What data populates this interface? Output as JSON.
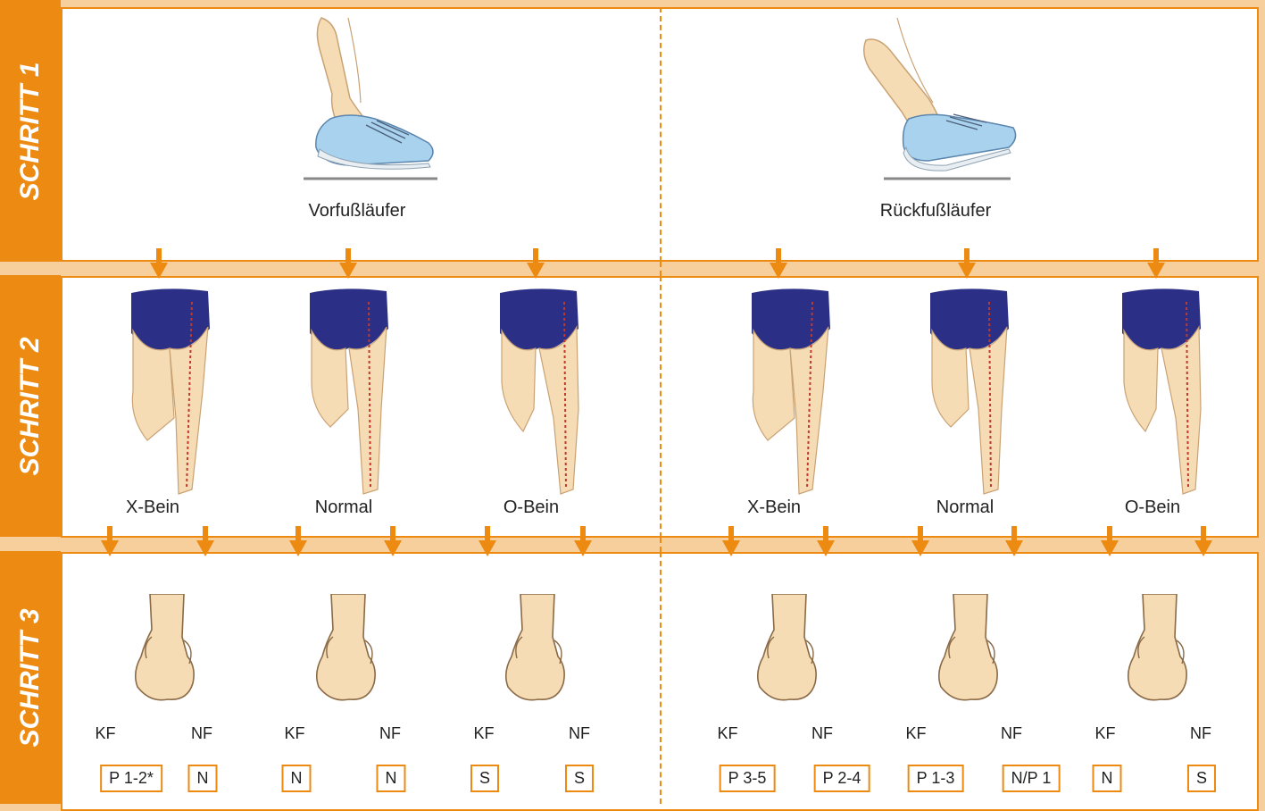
{
  "steps": {
    "s1": "SCHRITT 1",
    "s2": "SCHRITT 2",
    "s3": "SCHRITT 3"
  },
  "runner_types": {
    "left": "Vorfußläufer",
    "right": "Rückfußläufer"
  },
  "leg_types": [
    "X-Bein",
    "Normal",
    "O-Bein",
    "X-Bein",
    "Normal",
    "O-Bein"
  ],
  "foot_codes": [
    "KF",
    "NF",
    "KF",
    "NF",
    "KF",
    "NF",
    "KF",
    "NF",
    "KF",
    "NF",
    "KF",
    "NF"
  ],
  "recommendations": [
    "P 1-2*",
    "N",
    "N",
    "N",
    "S",
    "S",
    "P 3-5",
    "P 2-4",
    "P 1-3",
    "N/P 1",
    "N",
    "S"
  ],
  "colors": {
    "accent": "#ec8a12",
    "band": "#f7cf9c",
    "shoe": "#a9d2ee",
    "shorts": "#2b2f86",
    "skin": "#f6dcb4"
  }
}
